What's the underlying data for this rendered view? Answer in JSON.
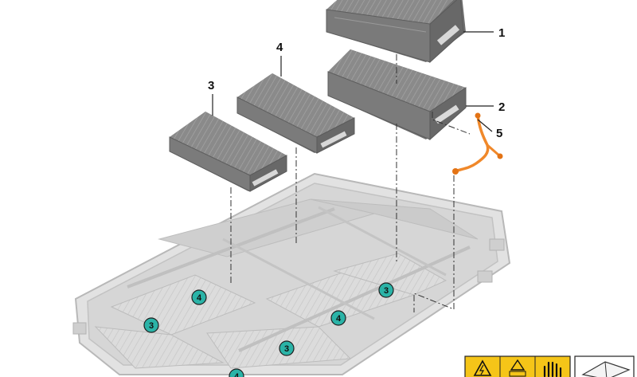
{
  "callouts": {
    "one": "1",
    "two": "2",
    "three": "3",
    "four": "4",
    "five": "5"
  },
  "tray_badges": {
    "a": "4",
    "b": "3",
    "c": "3",
    "d": "4",
    "e": "3",
    "f": "4"
  },
  "colors": {
    "module_top": "#8c8c8c",
    "module_side": "#707070",
    "tray": "#d4d4d4",
    "tray_edge": "#b3b3b3",
    "badge_fill": "#2bb3a7",
    "cable": "#f0882a",
    "warning_yellow": "#f5c518"
  },
  "icons": [
    "high-voltage-warning-icon",
    "manual-hand-icon",
    "document-icon"
  ]
}
